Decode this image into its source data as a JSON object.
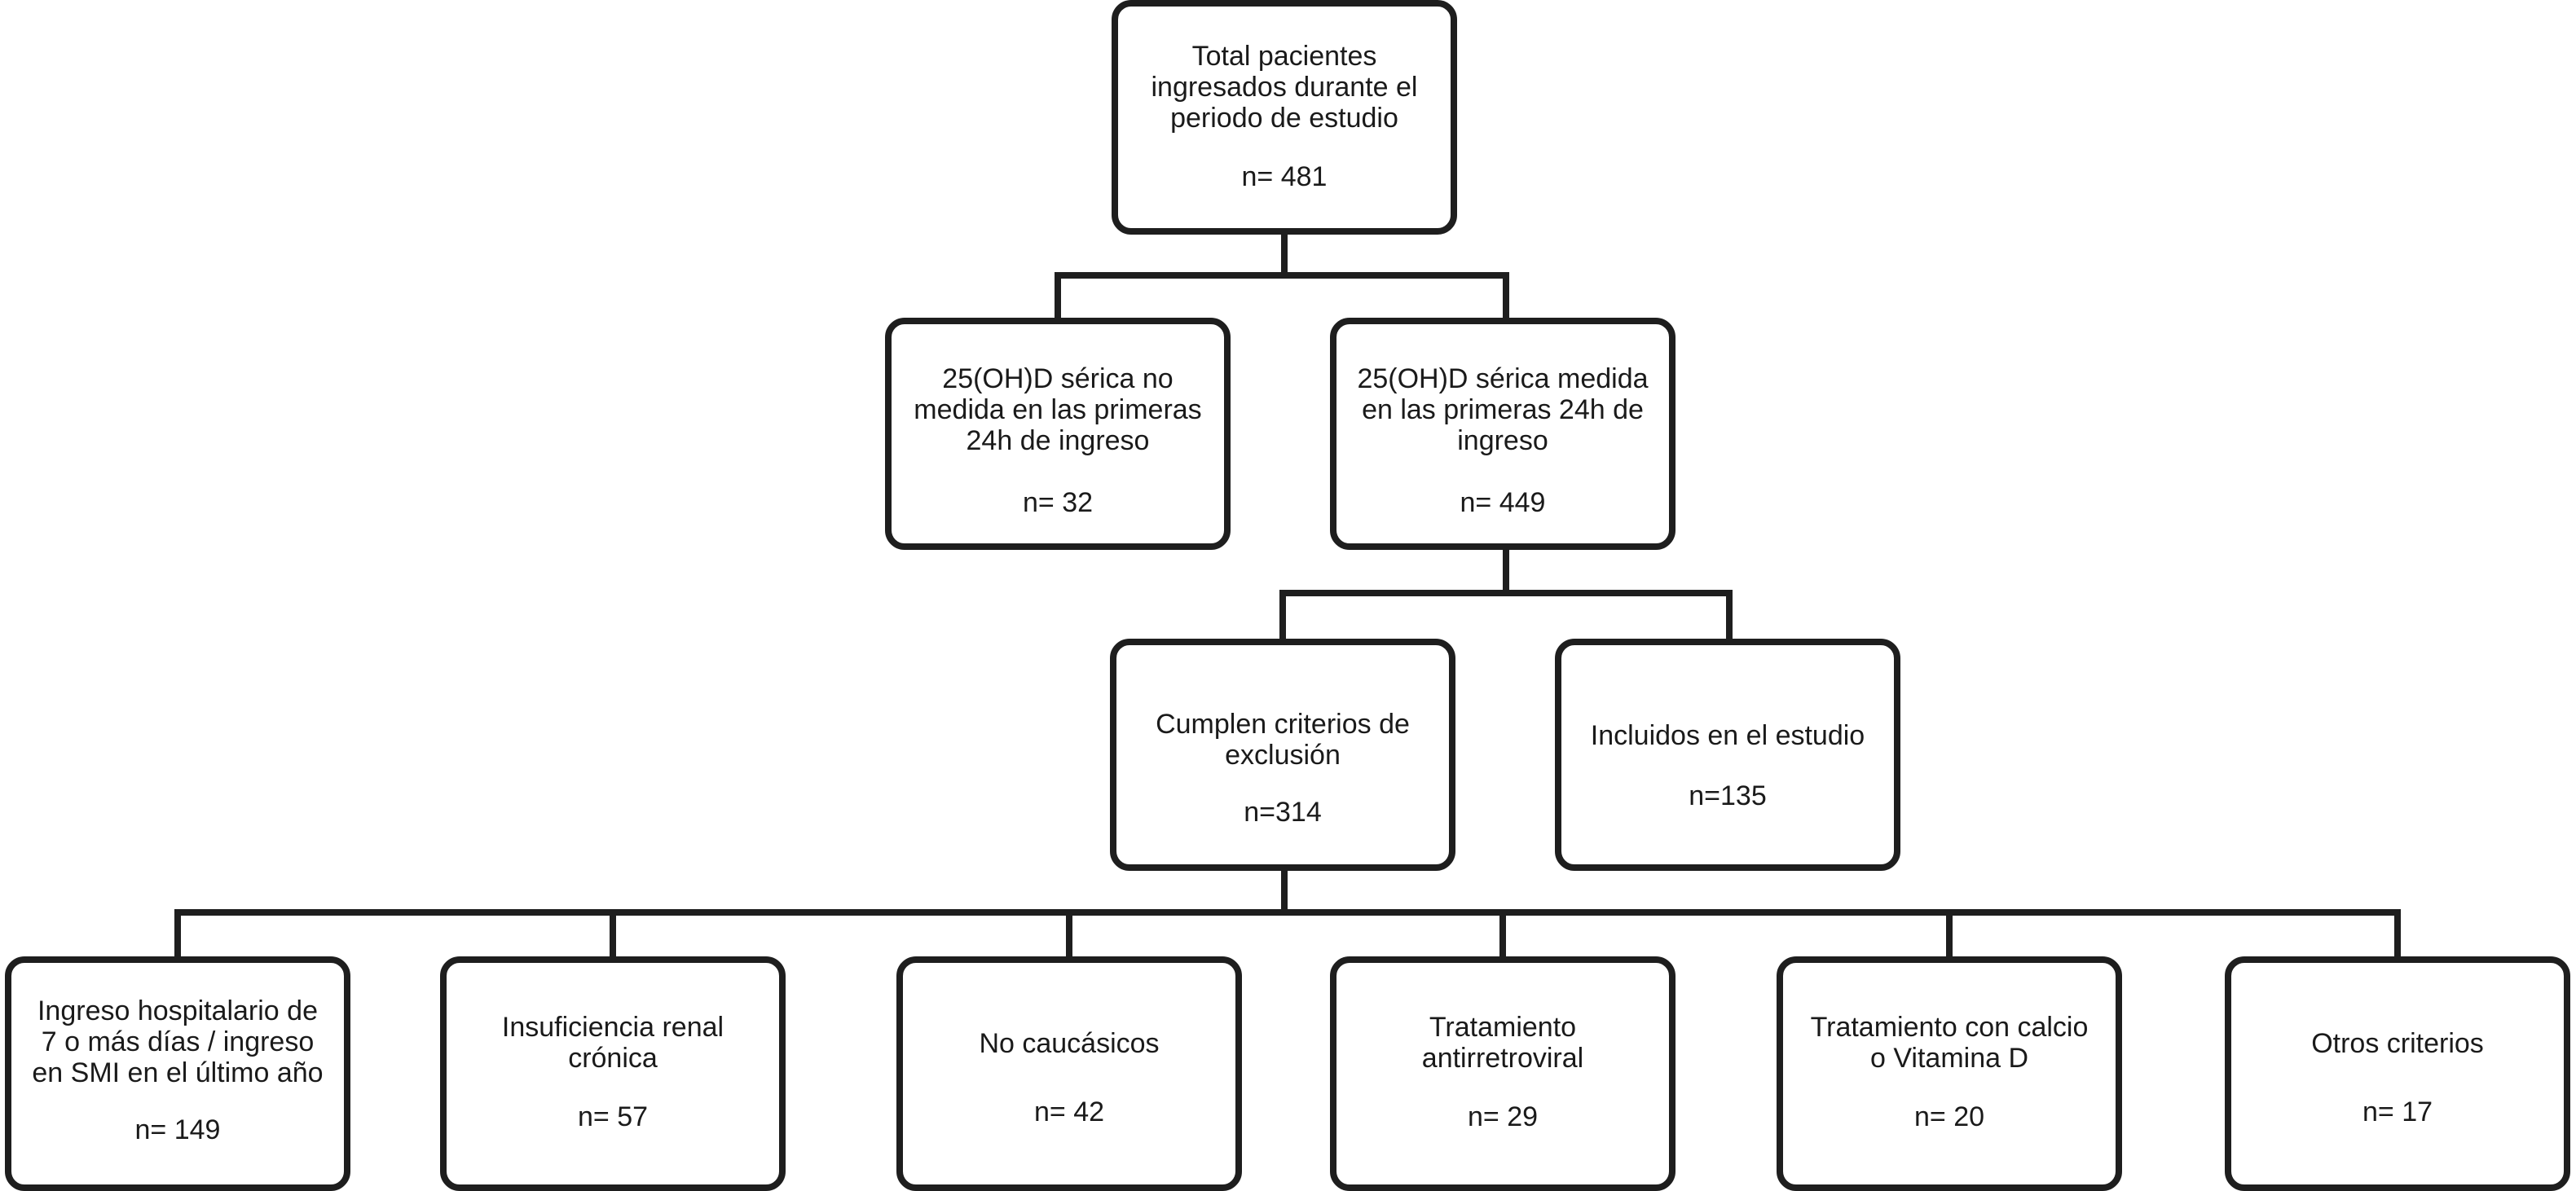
{
  "nodes": {
    "total": {
      "label": "Total pacientes\ningresados durante el\nperiodo de estudio",
      "count": "n= 481"
    },
    "no_medida": {
      "label": "25(OH)D sérica no\nmedida en las primeras\n24h de ingreso",
      "count": "n= 32"
    },
    "medida": {
      "label": "25(OH)D sérica medida\nen las primeras 24h de\ningreso",
      "count": "n= 449"
    },
    "exclusion": {
      "label": "Cumplen criterios de\nexclusión",
      "count": "n=314"
    },
    "incluidos": {
      "label": "Incluidos en el estudio",
      "count": "n=135"
    }
  },
  "criteria": [
    {
      "label": "Ingreso hospitalario de\n7 o más días / ingreso\nen SMI en el último año",
      "count": "n= 149"
    },
    {
      "label": "Insuficiencia renal\ncrónica",
      "count": "n= 57"
    },
    {
      "label": "No caucásicos",
      "count": "n= 42"
    },
    {
      "label": "Tratamiento\nantirretroviral",
      "count": "n= 29"
    },
    {
      "label": "Tratamiento con calcio\no Vitamina D",
      "count": "n= 20"
    },
    {
      "label": "Otros criterios",
      "count": "n= 17"
    }
  ]
}
